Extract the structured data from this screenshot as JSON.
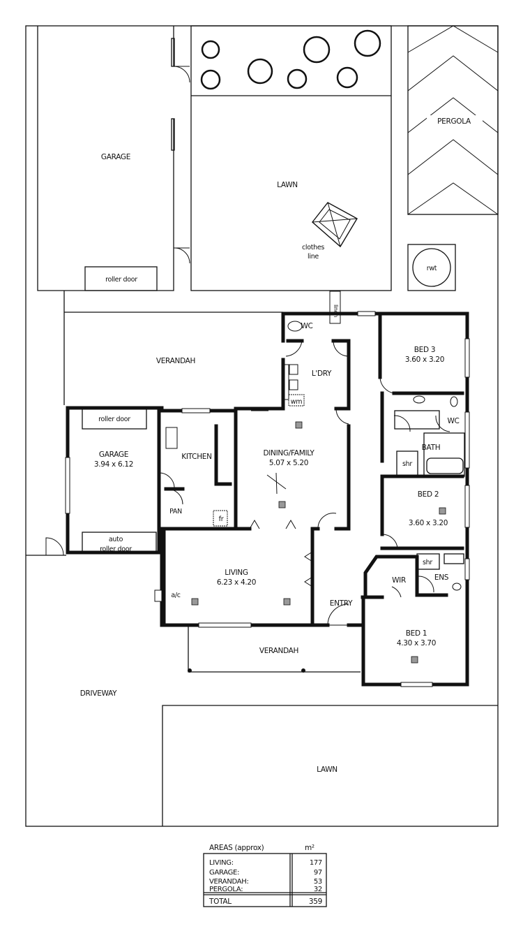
{
  "plan": {
    "rooms": {
      "garage_top": "GARAGE",
      "roller_door_top": "roller door",
      "lawn_top": "LAWN",
      "clothes_line_1": "clothes",
      "clothes_line_2": "line",
      "pergola": "PERGOLA",
      "rwt": "rwt",
      "verandah_top": "VERANDAH",
      "wc_top": "WC",
      "linen": "linen",
      "laundry": "L'DRY",
      "wm": "wm",
      "bed3": "BED 3",
      "bed3_size": "3.60 x 3.20",
      "roller_door_garage": "roller door",
      "garage": "GARAGE",
      "garage_size": "3.94 x 6.12",
      "auto_roller_1": "auto",
      "auto_roller_2": "roller door",
      "kitchen": "KITCHEN",
      "pantry": "PAN",
      "fridge": "fr",
      "dining": "DINING/FAMILY",
      "dining_size": "5.07 x 5.20",
      "wc": "WC",
      "bath": "BATH",
      "shr": "shr",
      "bed2": "BED 2",
      "bed2_size": "3.60 x 3.20",
      "living": "LIVING",
      "living_size": "6.23 x 4.20",
      "ac": "a/c",
      "wir": "WIR",
      "ens_shr": "shr",
      "ens": "ENS",
      "entry": "ENTRY",
      "bed1": "BED 1",
      "bed1_size": "4.30 x 3.70",
      "verandah_bottom": "VERANDAH",
      "driveway": "DRIVEWAY",
      "lawn_bottom": "LAWN"
    }
  },
  "areas": {
    "title": "AREAS (approx)",
    "unit": "m²",
    "rows": [
      {
        "label": "LIVING:",
        "value": "177"
      },
      {
        "label": "GARAGE:",
        "value": "97"
      },
      {
        "label": "VERANDAH:",
        "value": "53"
      },
      {
        "label": "PERGOLA:",
        "value": "32"
      }
    ],
    "total_label": "TOTAL",
    "total_value": "359"
  }
}
